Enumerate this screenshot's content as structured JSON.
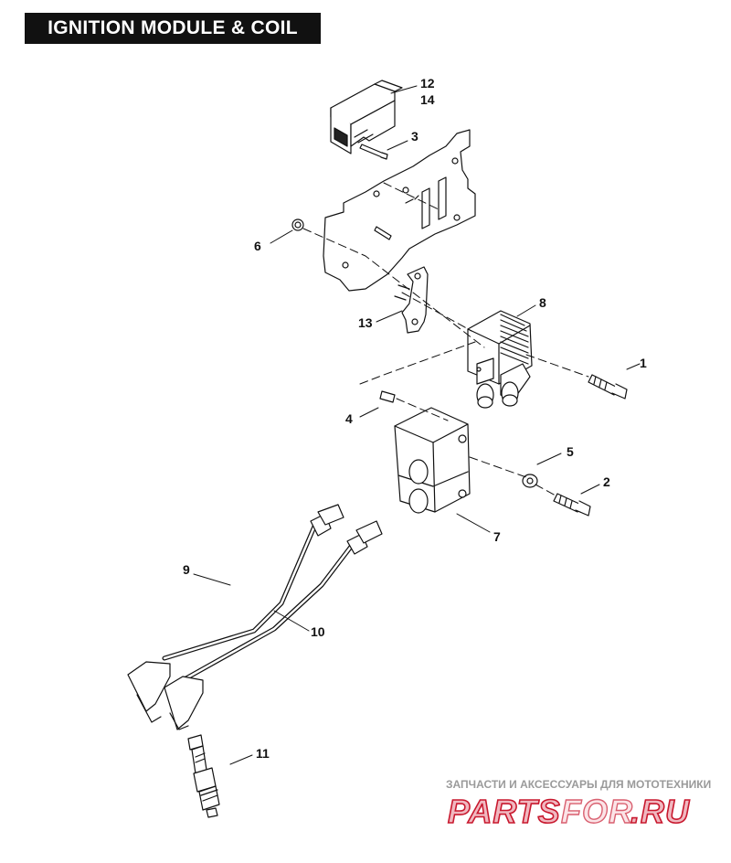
{
  "title": "IGNITION MODULE & COIL",
  "callouts": [
    {
      "id": "c12",
      "label": "12"
    },
    {
      "id": "c14",
      "label": "14"
    },
    {
      "id": "c3",
      "label": "3"
    },
    {
      "id": "c6",
      "label": "6"
    },
    {
      "id": "c8",
      "label": "8"
    },
    {
      "id": "c13",
      "label": "13"
    },
    {
      "id": "c1",
      "label": "1"
    },
    {
      "id": "c4",
      "label": "4"
    },
    {
      "id": "c5",
      "label": "5"
    },
    {
      "id": "c2",
      "label": "2"
    },
    {
      "id": "c7",
      "label": "7"
    },
    {
      "id": "c9",
      "label": "9"
    },
    {
      "id": "c10",
      "label": "10"
    },
    {
      "id": "c11",
      "label": "11"
    }
  ],
  "watermark": {
    "caption": "ЗАПЧАСТИ И АКСЕССУАРЫ ДЛЯ МОТОТЕХНИКИ",
    "logo_part1": "PARTS",
    "logo_part2": "FOR",
    "logo_part3": ".RU"
  },
  "colors": {
    "line": "#111111",
    "title_bg": "#111111",
    "logo_red": "#c8182e"
  }
}
